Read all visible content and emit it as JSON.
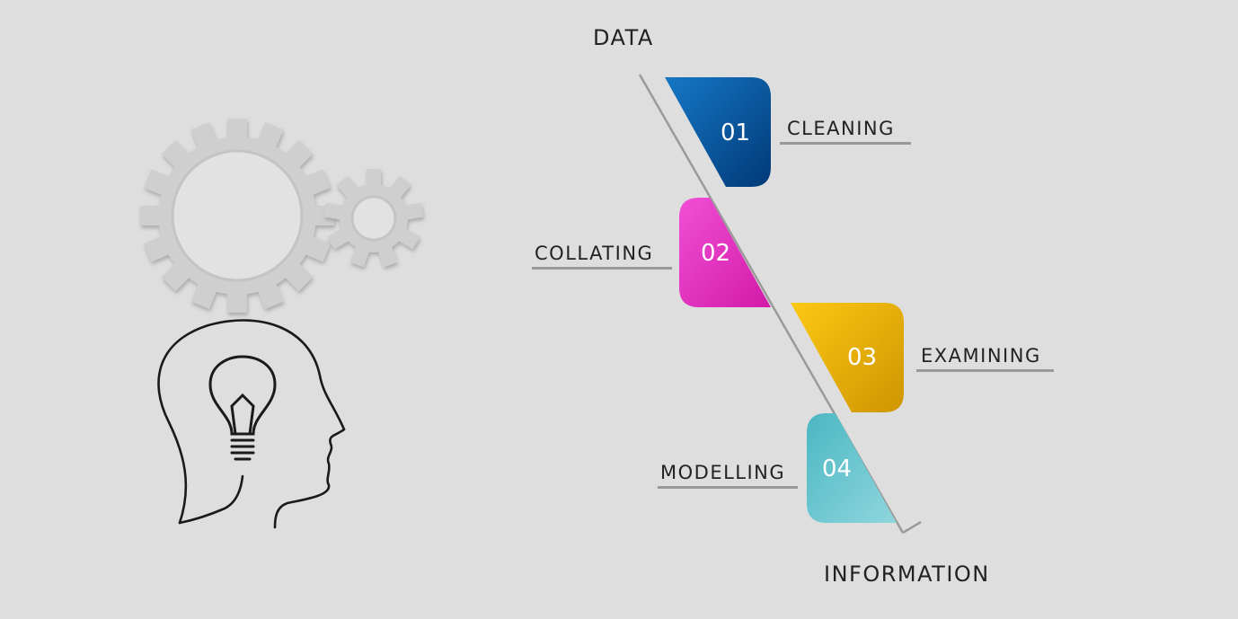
{
  "diagram": {
    "start_label": "DATA",
    "end_label": "INFORMATION",
    "steps": [
      {
        "number": "01",
        "label": "CLEANING",
        "color": "#0057a0"
      },
      {
        "number": "02",
        "label": "COLLATING",
        "color": "#e82fc6"
      },
      {
        "number": "03",
        "label": "EXAMINING",
        "color": "#e9ad00"
      },
      {
        "number": "04",
        "label": "MODELLING",
        "color": "#55c0c8"
      }
    ]
  },
  "illustration": {
    "icons": [
      "gear-large-icon",
      "gear-small-icon",
      "head-profile-icon",
      "lightbulb-icon"
    ]
  }
}
